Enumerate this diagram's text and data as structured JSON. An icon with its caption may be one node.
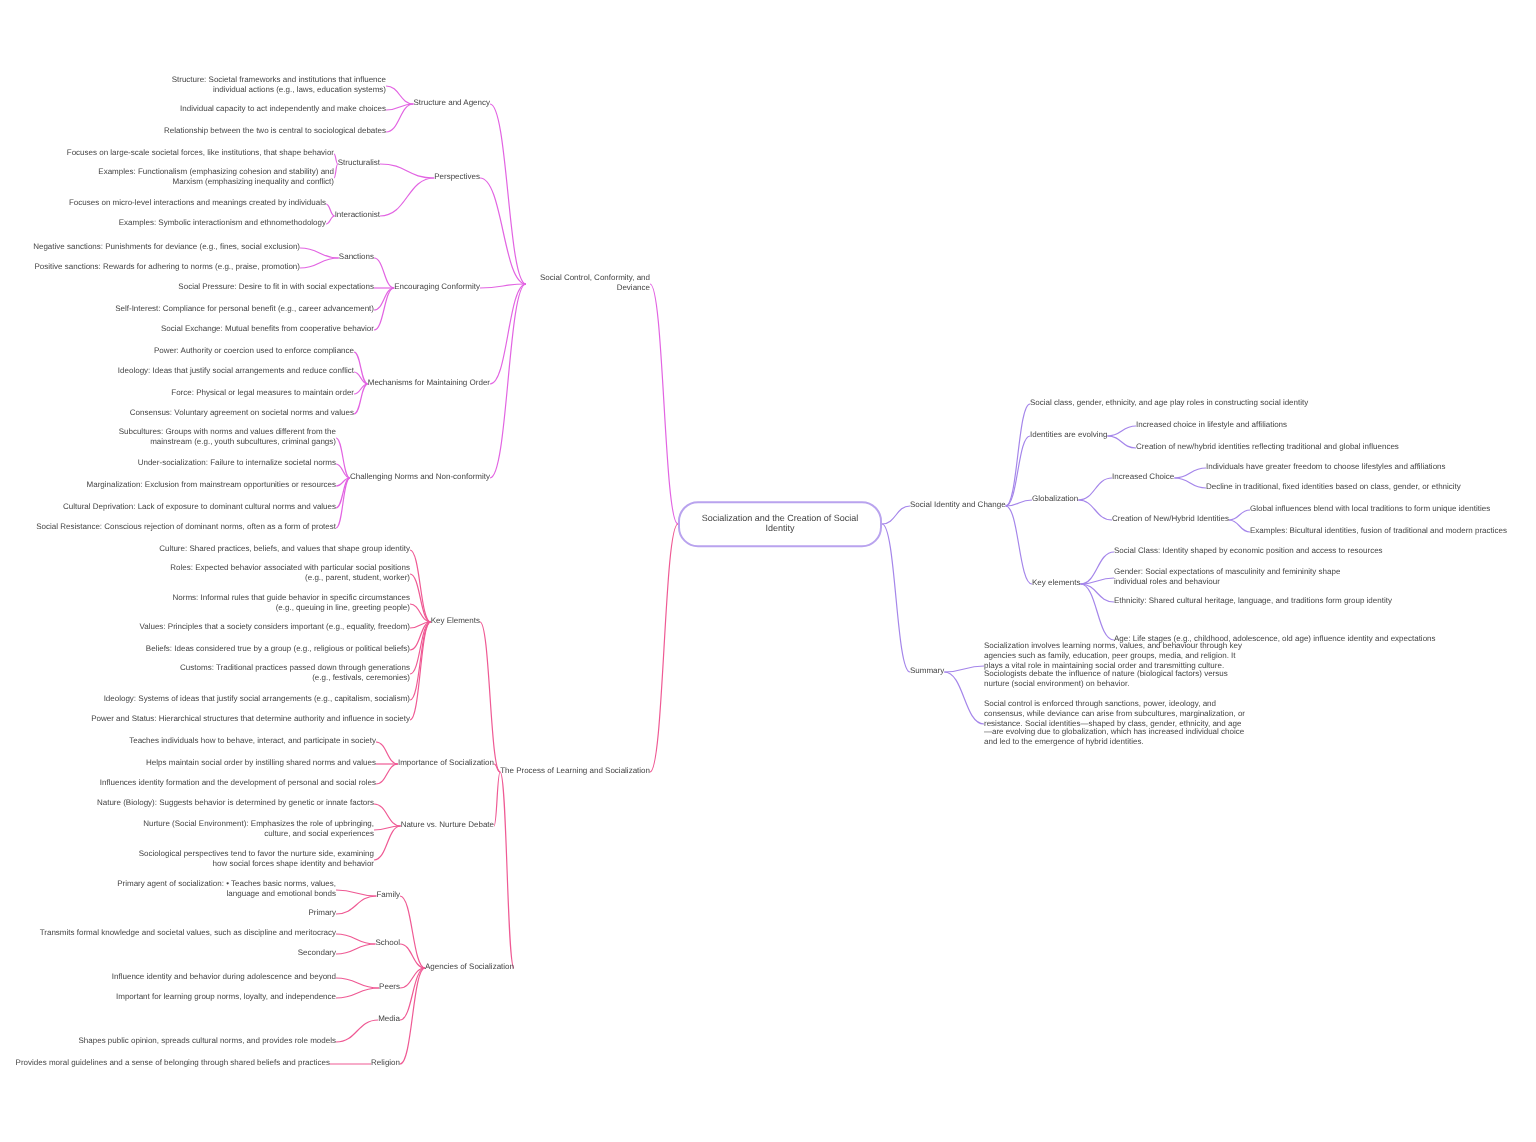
{
  "diagram": {
    "nodes": [
      {
        "text": [
          "Socialization and the Creation of Social Identity"
        ]
      },
      {
        "text": [
          "Social Control, Conformity, and Deviance"
        ]
      },
      {
        "text": [
          "Structure and Agency"
        ]
      },
      {
        "text": [
          "Structure: Societal frameworks and institutions that influence individual actions (e.g., laws, education systems)"
        ]
      },
      {
        "text": [
          "Individual capacity to act independently and make choices"
        ]
      },
      {
        "text": [
          "Relationship between the two is central to sociological debates"
        ]
      },
      {
        "text": [
          "Perspectives"
        ]
      },
      {
        "text": [
          "Structuralist"
        ]
      },
      {
        "text": [
          "Focuses on large-scale societal forces, like institutions, that shape behavior"
        ]
      },
      {
        "text": [
          "Examples: Functionalism (emphasizing cohesion and stability) and Marxism (emphasizing inequality and conflict)"
        ]
      },
      {
        "text": [
          "Interactionist"
        ]
      },
      {
        "text": [
          "Focuses on micro-level interactions and meanings created by individuals"
        ]
      },
      {
        "text": [
          "Examples: Symbolic interactionism and ethnomethodology"
        ]
      },
      {
        "text": [
          "Encouraging Conformity"
        ]
      },
      {
        "text": [
          "Sanctions"
        ]
      },
      {
        "text": [
          "Negative sanctions: Punishments for deviance (e.g., fines, social exclusion)"
        ]
      },
      {
        "text": [
          "Positive sanctions: Rewards for adhering to norms (e.g., praise, promotion)"
        ]
      },
      {
        "text": [
          "Social Pressure: Desire to fit in with social expectations"
        ]
      },
      {
        "text": [
          "Self-Interest: Compliance for personal benefit (e.g., career advancement)"
        ]
      },
      {
        "text": [
          "Social Exchange: Mutual benefits from cooperative behavior"
        ]
      },
      {
        "text": [
          "Mechanisms for Maintaining Order"
        ]
      },
      {
        "text": [
          "Power: Authority or coercion used to enforce compliance"
        ]
      },
      {
        "text": [
          "Ideology: Ideas that justify social arrangements and reduce conflict"
        ]
      },
      {
        "text": [
          "Force: Physical or legal measures to maintain order"
        ]
      },
      {
        "text": [
          "Consensus: Voluntary agreement on societal norms and values"
        ]
      },
      {
        "text": [
          "Challenging Norms and Non-conformity"
        ]
      },
      {
        "text": [
          "Subcultures: Groups with norms and values different from the mainstream (e.g., youth subcultures, criminal gangs)"
        ]
      },
      {
        "text": [
          "Under-socialization: Failure to internalize societal norms"
        ]
      },
      {
        "text": [
          "Marginalization: Exclusion from mainstream opportunities or resources"
        ]
      },
      {
        "text": [
          "Cultural Deprivation: Lack of exposure to dominant cultural norms and values"
        ]
      },
      {
        "text": [
          "Social Resistance: Conscious rejection of dominant norms, often as a form of protest"
        ]
      },
      {
        "text": [
          "The Process of Learning and Socialization"
        ]
      },
      {
        "text": [
          "Key Elements"
        ]
      },
      {
        "text": [
          "Culture: Shared practices, beliefs, and values that shape group identity"
        ]
      },
      {
        "text": [
          "Roles: Expected behavior associated with particular social positions (e.g., parent, student, worker)"
        ]
      },
      {
        "text": [
          "Norms: Informal rules that guide behavior in specific circumstances (e.g., queuing in line, greeting people)"
        ]
      },
      {
        "text": [
          "Values: Principles that a society considers important (e.g., equality, freedom)"
        ]
      },
      {
        "text": [
          "Beliefs: Ideas considered true by a group (e.g., religious or political beliefs)"
        ]
      },
      {
        "text": [
          "Customs: Traditional practices passed down through generations (e.g., festivals, ceremonies)"
        ]
      },
      {
        "text": [
          "Ideology: Systems of ideas that justify social arrangements (e.g., capitalism, socialism)"
        ]
      },
      {
        "text": [
          "Power and Status: Hierarchical structures that determine authority and influence in society"
        ]
      },
      {
        "text": [
          "Importance of Socialization"
        ]
      },
      {
        "text": [
          "Teaches individuals how to behave, interact, and participate in society"
        ]
      },
      {
        "text": [
          "Helps maintain social order by instilling shared norms and values"
        ]
      },
      {
        "text": [
          "Influences identity formation and the development of personal and social roles"
        ]
      },
      {
        "text": [
          "Nature vs. Nurture Debate"
        ]
      },
      {
        "text": [
          "Nature (Biology): Suggests behavior is determined by genetic or innate factors"
        ]
      },
      {
        "text": [
          "Nurture (Social Environment): Emphasizes the role of upbringing, culture, and social experiences"
        ]
      },
      {
        "text": [
          "Sociological perspectives tend to favor the nurture side, examining how social forces shape identity and behavior"
        ]
      },
      {
        "text": [
          "Agencies of Socialization"
        ]
      },
      {
        "text": [
          "Family"
        ]
      },
      {
        "text": [
          "Primary agent of socialization: • Teaches basic norms, values, language and emotional bonds"
        ]
      },
      {
        "text": [
          "Primary"
        ]
      },
      {
        "text": [
          "School"
        ]
      },
      {
        "text": [
          "Transmits formal knowledge and societal values, such as discipline and meritocracy"
        ]
      },
      {
        "text": [
          "Secondary"
        ]
      },
      {
        "text": [
          "Peers"
        ]
      },
      {
        "text": [
          "Influence identity and behavior during adolescence and beyond"
        ]
      },
      {
        "text": [
          "Important for learning group norms, loyalty, and independence"
        ]
      },
      {
        "text": [
          "Media"
        ]
      },
      {
        "text": [
          "Shapes public opinion, spreads cultural norms, and provides role models"
        ]
      },
      {
        "text": [
          "Religion"
        ]
      },
      {
        "text": [
          "Provides moral guidelines and a sense of belonging through shared beliefs and practices"
        ]
      },
      {
        "text": [
          "Social Identity and Change"
        ]
      },
      {
        "text": [
          "Social class, gender, ethnicity, and age play roles in constructing social identity"
        ]
      },
      {
        "text": [
          "Identities are evolving"
        ]
      },
      {
        "text": [
          "Increased choice in lifestyle and affiliations"
        ]
      },
      {
        "text": [
          "Creation of new/hybrid identities reflecting traditional and global influences"
        ]
      },
      {
        "text": [
          "Globalization"
        ]
      },
      {
        "text": [
          "Increased Choice"
        ]
      },
      {
        "text": [
          "Individuals have greater freedom to choose lifestyles and affiliations"
        ]
      },
      {
        "text": [
          "Decline in traditional, fixed identities based on class, gender, or ethnicity"
        ]
      },
      {
        "text": [
          "Creation of New/Hybrid Identities"
        ]
      },
      {
        "text": [
          "Global influences blend with local traditions to form unique identities"
        ]
      },
      {
        "text": [
          "Examples: Bicultural identities, fusion of traditional and modern practices"
        ]
      },
      {
        "text": [
          "Key elements"
        ]
      },
      {
        "text": [
          "Social Class: Identity shaped by economic position and access to resources"
        ]
      },
      {
        "text": [
          "Gender: Social expectations of masculinity and femininity shape individual roles and behaviour"
        ]
      },
      {
        "text": [
          "Ethnicity: Shared cultural heritage, language, and traditions form group identity"
        ]
      },
      {
        "text": [
          "Age: Life stages (e.g., childhood, adolescence, old age) influence identity and expectations"
        ]
      },
      {
        "text": [
          "Summary"
        ]
      },
      {
        "text": [
          "Socialization involves learning norms, values, and behaviour through key agencies such as family, education, peer groups, media, and religion. It plays a vital role in maintaining social order and transmitting culture. Sociologists debate the influence of nature (biological factors) versus nurture (social environment) on behavior."
        ]
      },
      {
        "text": [
          "Social control is enforced through sanctions, power, ideology, and consensus, while deviance can arise from subcultures, marginalization, or resistance. Social identities—shaped by class, gender, ethnicity, and age—are evolving due to globalization, which has increased individual choice and led to the emergence of hybrid identities."
        ]
      }
    ],
    "edges": [
      {
        "from": 0,
        "to": 1,
        "arrow": "none",
        "color": "#e264e2"
      },
      {
        "from": 1,
        "to": 2,
        "arrow": "none",
        "color": "#e264e2"
      },
      {
        "from": 2,
        "to": 3,
        "arrow": "none",
        "color": "#e264e2"
      },
      {
        "from": 2,
        "to": 4,
        "arrow": "none",
        "color": "#e264e2"
      },
      {
        "from": 2,
        "to": 5,
        "arrow": "none",
        "color": "#e264e2"
      },
      {
        "from": 1,
        "to": 6,
        "arrow": "none",
        "color": "#e264e2"
      },
      {
        "from": 6,
        "to": 7,
        "arrow": "none",
        "color": "#e264e2"
      },
      {
        "from": 7,
        "to": 8,
        "arrow": "none",
        "color": "#e264e2"
      },
      {
        "from": 7,
        "to": 9,
        "arrow": "none",
        "color": "#e264e2"
      },
      {
        "from": 6,
        "to": 10,
        "arrow": "none",
        "color": "#e264e2"
      },
      {
        "from": 10,
        "to": 11,
        "arrow": "none",
        "color": "#e264e2"
      },
      {
        "from": 10,
        "to": 12,
        "arrow": "none",
        "color": "#e264e2"
      },
      {
        "from": 1,
        "to": 13,
        "arrow": "none",
        "color": "#e264e2"
      },
      {
        "from": 13,
        "to": 14,
        "arrow": "none",
        "color": "#e264e2"
      },
      {
        "from": 14,
        "to": 15,
        "arrow": "none",
        "color": "#e264e2"
      },
      {
        "from": 14,
        "to": 16,
        "arrow": "none",
        "color": "#e264e2"
      },
      {
        "from": 13,
        "to": 17,
        "arrow": "none",
        "color": "#e264e2"
      },
      {
        "from": 13,
        "to": 18,
        "arrow": "none",
        "color": "#e264e2"
      },
      {
        "from": 13,
        "to": 19,
        "arrow": "none",
        "color": "#e264e2"
      },
      {
        "from": 1,
        "to": 20,
        "arrow": "none",
        "color": "#e264e2"
      },
      {
        "from": 20,
        "to": 21,
        "arrow": "none",
        "color": "#e264e2"
      },
      {
        "from": 20,
        "to": 22,
        "arrow": "none",
        "color": "#e264e2"
      },
      {
        "from": 20,
        "to": 23,
        "arrow": "none",
        "color": "#e264e2"
      },
      {
        "from": 20,
        "to": 24,
        "arrow": "none",
        "color": "#e264e2"
      },
      {
        "from": 1,
        "to": 25,
        "arrow": "none",
        "color": "#e264e2"
      },
      {
        "from": 25,
        "to": 26,
        "arrow": "none",
        "color": "#e264e2"
      },
      {
        "from": 25,
        "to": 27,
        "arrow": "none",
        "color": "#e264e2"
      },
      {
        "from": 25,
        "to": 28,
        "arrow": "none",
        "color": "#e264e2"
      },
      {
        "from": 25,
        "to": 29,
        "arrow": "none",
        "color": "#e264e2"
      },
      {
        "from": 25,
        "to": 30,
        "arrow": "none",
        "color": "#e264e2"
      },
      {
        "from": 0,
        "to": 31,
        "arrow": "none"
      },
      {
        "from": 31,
        "to": 32,
        "arrow": "none"
      },
      {
        "from": 32,
        "to": 33,
        "arrow": "none"
      },
      {
        "from": 32,
        "to": 34,
        "arrow": "none"
      },
      {
        "from": 32,
        "to": 35,
        "arrow": "none"
      },
      {
        "from": 32,
        "to": 36,
        "arrow": "none"
      },
      {
        "from": 32,
        "to": 37,
        "arrow": "none"
      },
      {
        "from": 32,
        "to": 38,
        "arrow": "none"
      },
      {
        "from": 32,
        "to": 39,
        "arrow": "none"
      },
      {
        "from": 32,
        "to": 40,
        "arrow": "none"
      },
      {
        "from": 31,
        "to": 41,
        "arrow": "none"
      },
      {
        "from": 41,
        "to": 42,
        "arrow": "none"
      },
      {
        "from": 41,
        "to": 43,
        "arrow": "none"
      },
      {
        "from": 41,
        "to": 44,
        "arrow": "none"
      },
      {
        "from": 31,
        "to": 45,
        "arrow": "none"
      },
      {
        "from": 45,
        "to": 46,
        "arrow": "none"
      },
      {
        "from": 45,
        "to": 47,
        "arrow": "none"
      },
      {
        "from": 45,
        "to": 48,
        "arrow": "none"
      },
      {
        "from": 31,
        "to": 49,
        "arrow": "none"
      },
      {
        "from": 49,
        "to": 50,
        "arrow": "none"
      },
      {
        "from": 50,
        "to": 51,
        "arrow": "none"
      },
      {
        "from": 50,
        "to": 52,
        "arrow": "none"
      },
      {
        "from": 49,
        "to": 53,
        "arrow": "none"
      },
      {
        "from": 53,
        "to": 54,
        "arrow": "none"
      },
      {
        "from": 53,
        "to": 55,
        "arrow": "none"
      },
      {
        "from": 49,
        "to": 56,
        "arrow": "none"
      },
      {
        "from": 56,
        "to": 57,
        "arrow": "none"
      },
      {
        "from": 56,
        "to": 58,
        "arrow": "none"
      },
      {
        "from": 49,
        "to": 59,
        "arrow": "none"
      },
      {
        "from": 59,
        "to": 60,
        "arrow": "none"
      },
      {
        "from": 49,
        "to": 61,
        "arrow": "none"
      },
      {
        "from": 61,
        "to": 62,
        "arrow": "none"
      },
      {
        "from": 0,
        "to": 63,
        "arrow": "none",
        "color": "#a586ea"
      },
      {
        "from": 63,
        "to": 64,
        "arrow": "none",
        "color": "#a586ea"
      },
      {
        "from": 63,
        "to": 65,
        "arrow": "none",
        "color": "#a586ea"
      },
      {
        "from": 65,
        "to": 66,
        "arrow": "none",
        "color": "#a586ea"
      },
      {
        "from": 65,
        "to": 67,
        "arrow": "none",
        "color": "#a586ea"
      },
      {
        "from": 63,
        "to": 68,
        "arrow": "none",
        "color": "#a586ea"
      },
      {
        "from": 68,
        "to": 69,
        "arrow": "none",
        "color": "#a586ea"
      },
      {
        "from": 69,
        "to": 70,
        "arrow": "none",
        "color": "#a586ea"
      },
      {
        "from": 69,
        "to": 71,
        "arrow": "none",
        "color": "#a586ea"
      },
      {
        "from": 68,
        "to": 72,
        "arrow": "none",
        "color": "#a586ea"
      },
      {
        "from": 72,
        "to": 73,
        "arrow": "none",
        "color": "#a586ea"
      },
      {
        "from": 72,
        "to": 74,
        "arrow": "none",
        "color": "#a586ea"
      },
      {
        "from": 63,
        "to": 75,
        "arrow": "none",
        "color": "#a586ea"
      },
      {
        "from": 75,
        "to": 76,
        "arrow": "none",
        "color": "#a586ea"
      },
      {
        "from": 75,
        "to": 77,
        "arrow": "none",
        "color": "#a586ea"
      },
      {
        "from": 75,
        "to": 78,
        "arrow": "none",
        "color": "#a586ea"
      },
      {
        "from": 75,
        "to": 79,
        "arrow": "none",
        "color": "#a586ea"
      },
      {
        "from": 0,
        "to": 80,
        "arrow": "none",
        "color": "#a586ea"
      },
      {
        "from": 80,
        "to": 81,
        "arrow": "none",
        "color": "#a586ea"
      },
      {
        "from": 80,
        "to": 82,
        "arrow": "none",
        "color": "#a586ea"
      }
    ]
  }
}
